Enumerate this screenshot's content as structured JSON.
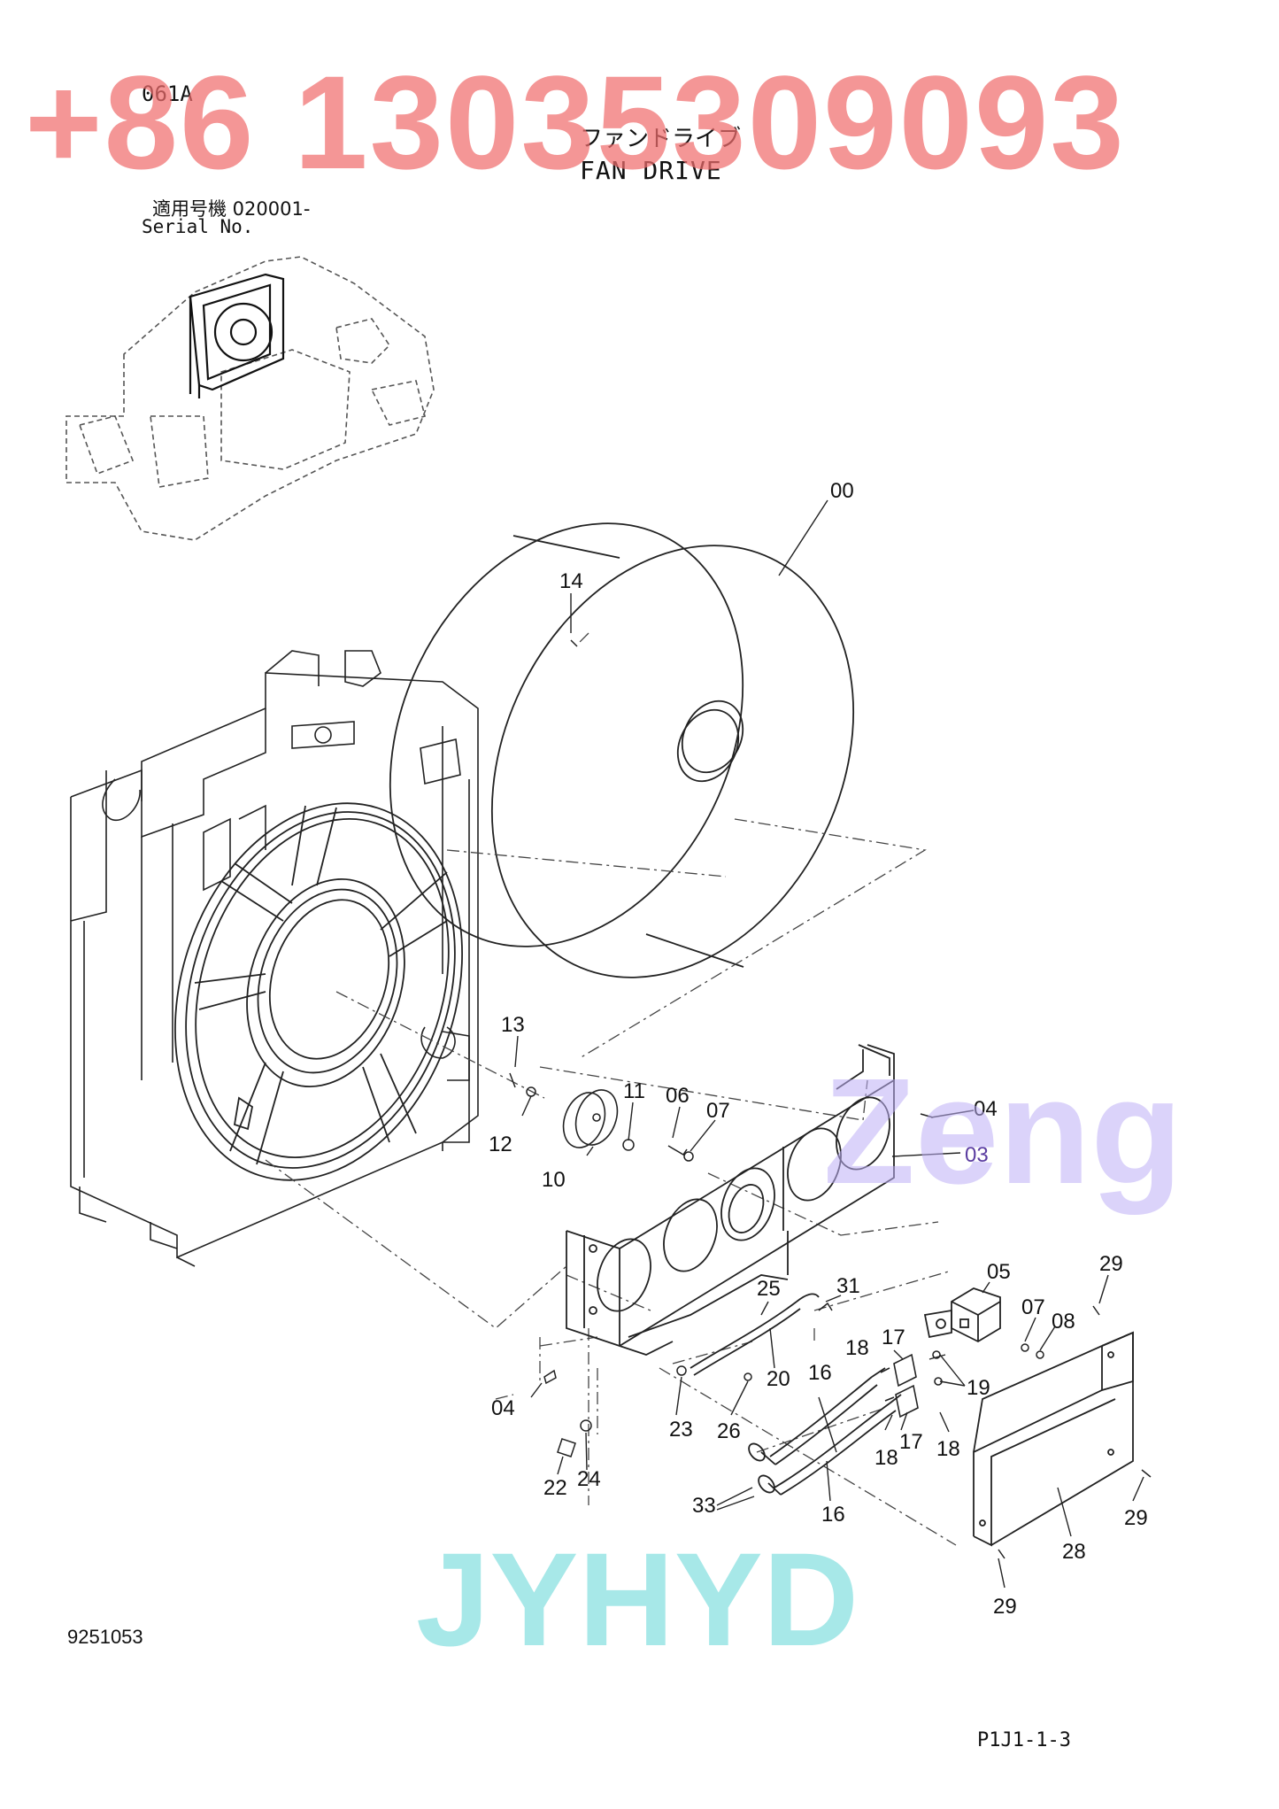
{
  "header": {
    "page_code": "061A",
    "title_jp": "ファンドライブ",
    "title_en": "FAN DRIVE",
    "serial_label_jp": "適用号機  020001-",
    "serial_label_en": "Serial No."
  },
  "watermarks": {
    "phone": "+86 13035309093",
    "brand_1": "Zeng",
    "brand_2": "JYHYD"
  },
  "callouts": [
    {
      "id": "c00",
      "label": "00"
    },
    {
      "id": "c14",
      "label": "14"
    },
    {
      "id": "c13",
      "label": "13"
    },
    {
      "id": "c12",
      "label": "12"
    },
    {
      "id": "c11",
      "label": "11"
    },
    {
      "id": "c10",
      "label": "10"
    },
    {
      "id": "c06",
      "label": "06"
    },
    {
      "id": "c07a",
      "label": "07"
    },
    {
      "id": "c04a",
      "label": "04"
    },
    {
      "id": "c03",
      "label": "03"
    },
    {
      "id": "c05",
      "label": "05"
    },
    {
      "id": "c07b",
      "label": "07"
    },
    {
      "id": "c08",
      "label": "08"
    },
    {
      "id": "c29a",
      "label": "29"
    },
    {
      "id": "c25",
      "label": "25"
    },
    {
      "id": "c31",
      "label": "31"
    },
    {
      "id": "c17a",
      "label": "17"
    },
    {
      "id": "c18a",
      "label": "18"
    },
    {
      "id": "c19",
      "label": "19"
    },
    {
      "id": "c20",
      "label": "20"
    },
    {
      "id": "c16a",
      "label": "16"
    },
    {
      "id": "c04b",
      "label": "04"
    },
    {
      "id": "c23",
      "label": "23"
    },
    {
      "id": "c26",
      "label": "26"
    },
    {
      "id": "c17b",
      "label": "17"
    },
    {
      "id": "c18b",
      "label": "18"
    },
    {
      "id": "c18c",
      "label": "18"
    },
    {
      "id": "c22",
      "label": "22"
    },
    {
      "id": "c24",
      "label": "24"
    },
    {
      "id": "c33",
      "label": "33"
    },
    {
      "id": "c16b",
      "label": "16"
    },
    {
      "id": "c29b",
      "label": "29"
    },
    {
      "id": "c28",
      "label": "28"
    },
    {
      "id": "c29c",
      "label": "29"
    }
  ],
  "footer": {
    "drawing_no": "9251053",
    "sheet_ref": "P1J1-1-3"
  }
}
